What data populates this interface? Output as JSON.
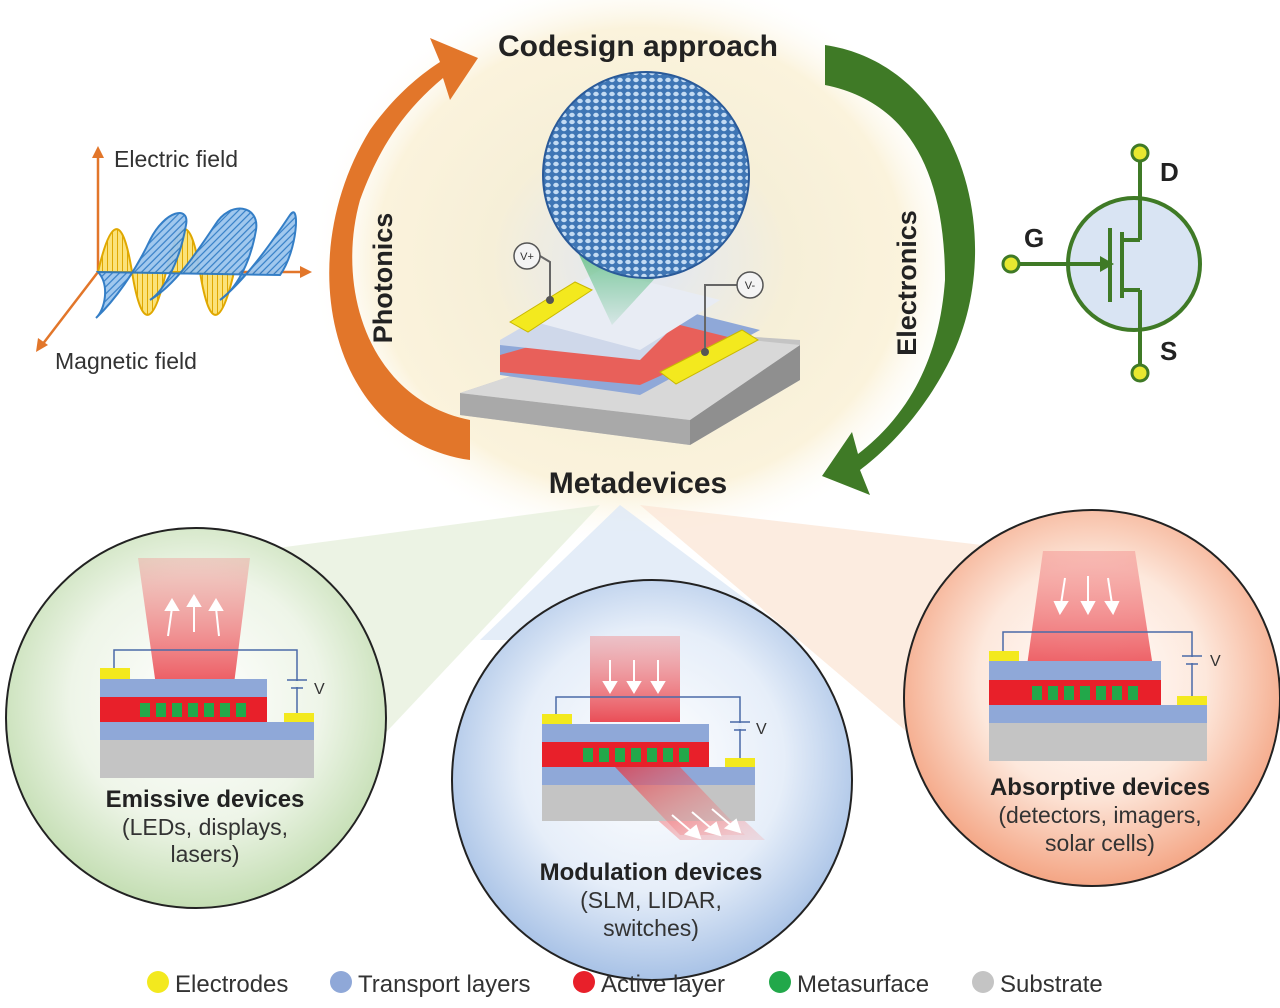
{
  "title": "Codesign approach",
  "center_label": "Metadevices",
  "left_arc_label": "Photonics",
  "right_arc_label": "Electronics",
  "wave": {
    "electric_label": "Electric field",
    "magnetic_label": "Magnetic field"
  },
  "center_device": {
    "v_plus": "V+",
    "v_minus": "V-"
  },
  "transistor": {
    "gate": "G",
    "drain": "D",
    "source": "S"
  },
  "devices": [
    {
      "title": "Emissive devices",
      "line1": "(LEDs, displays,",
      "line2": "lasers)",
      "voltage": "V"
    },
    {
      "title": "Modulation devices",
      "line1": "(SLM, LIDAR,",
      "line2": "switches)",
      "voltage": "V"
    },
    {
      "title": "Absorptive devices",
      "line1": "(detectors, imagers,",
      "line2": "solar cells)",
      "voltage": "V"
    }
  ],
  "legend": [
    {
      "label": "Electrodes",
      "color": "#f3e91e"
    },
    {
      "label": "Transport layers",
      "color": "#8fa8d8"
    },
    {
      "label": "Active layer",
      "color": "#e8202a"
    },
    {
      "label": "Metasurface",
      "color": "#22a84a"
    },
    {
      "label": "Substrate",
      "color": "#c4c4c4"
    }
  ],
  "colors": {
    "photonics_arrow": "#e2762a",
    "electronics_arrow": "#3f7a26",
    "transistor": "#3f7a26",
    "transistor_fill": "#d9e4f3",
    "terminal": "#e8e830"
  }
}
